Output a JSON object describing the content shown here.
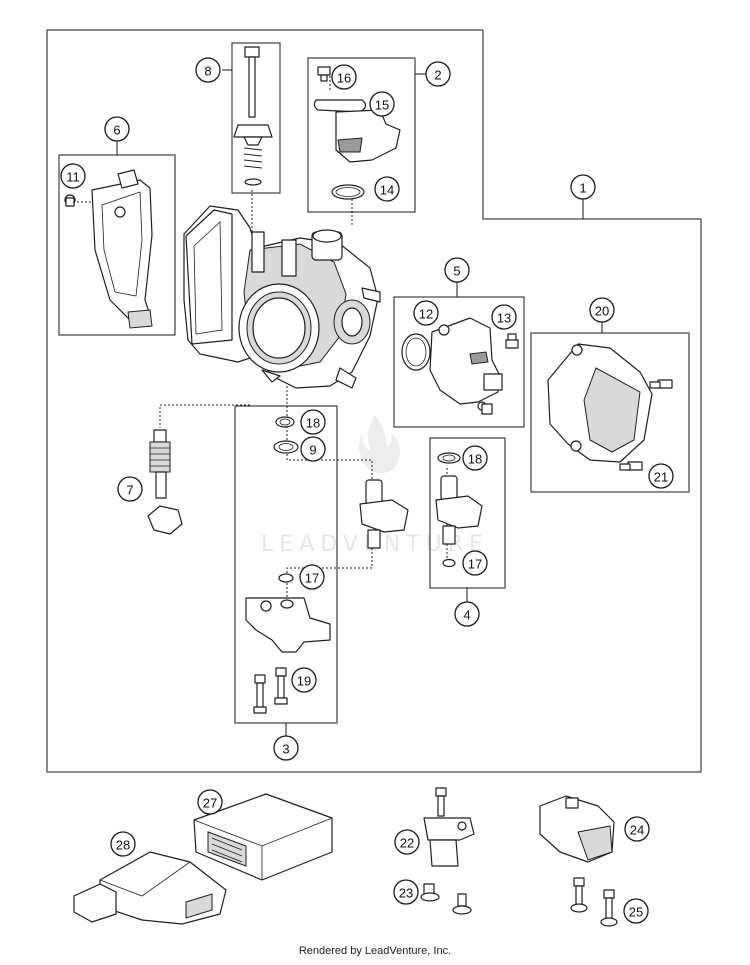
{
  "diagram": {
    "callouts": [
      {
        "id": "1",
        "label": "1"
      },
      {
        "id": "2",
        "label": "2"
      },
      {
        "id": "3",
        "label": "3"
      },
      {
        "id": "4",
        "label": "4"
      },
      {
        "id": "5",
        "label": "5"
      },
      {
        "id": "6",
        "label": "6"
      },
      {
        "id": "7",
        "label": "7"
      },
      {
        "id": "8",
        "label": "8"
      },
      {
        "id": "9",
        "label": "9"
      },
      {
        "id": "11",
        "label": "11"
      },
      {
        "id": "12",
        "label": "12"
      },
      {
        "id": "13",
        "label": "13"
      },
      {
        "id": "14",
        "label": "14"
      },
      {
        "id": "15",
        "label": "15"
      },
      {
        "id": "16",
        "label": "16"
      },
      {
        "id": "17a",
        "label": "17"
      },
      {
        "id": "17b",
        "label": "17"
      },
      {
        "id": "18a",
        "label": "18"
      },
      {
        "id": "18b",
        "label": "18"
      },
      {
        "id": "19",
        "label": "19"
      },
      {
        "id": "20",
        "label": "20"
      },
      {
        "id": "21",
        "label": "21"
      },
      {
        "id": "22",
        "label": "22"
      },
      {
        "id": "23",
        "label": "23"
      },
      {
        "id": "24",
        "label": "24"
      },
      {
        "id": "25",
        "label": "25"
      },
      {
        "id": "27",
        "label": "27"
      },
      {
        "id": "28",
        "label": "28"
      }
    ],
    "watermark": "LEADVENTURE"
  },
  "footer": {
    "text": "Rendered by LeadVenture, Inc."
  }
}
